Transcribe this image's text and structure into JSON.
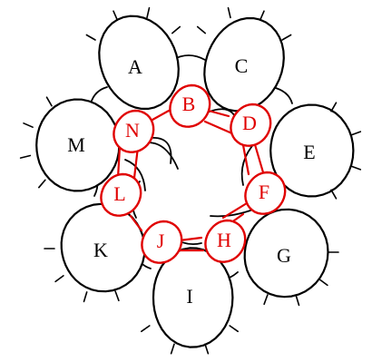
{
  "diagram": {
    "outer_labels": [
      "A",
      "C",
      "E",
      "G",
      "I",
      "K",
      "M"
    ],
    "inner_labels": [
      "B",
      "D",
      "F",
      "H",
      "J",
      "L",
      "N"
    ],
    "colors": {
      "outer": "#000000",
      "inner": "#e00000",
      "background": "#ffffff"
    }
  }
}
